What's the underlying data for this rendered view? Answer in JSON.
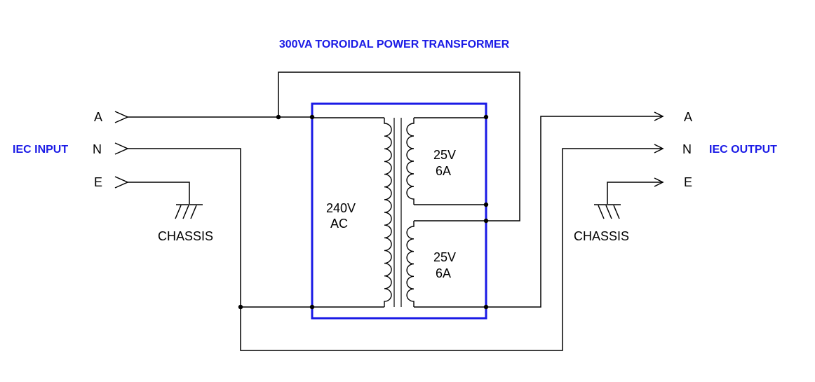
{
  "title": "300VA TOROIDAL POWER TRANSFORMER",
  "input": {
    "label": "IEC INPUT",
    "pins": [
      "A",
      "N",
      "E"
    ],
    "ground_label": "CHASSIS"
  },
  "output": {
    "label": "IEC OUTPUT",
    "pins": [
      "A",
      "N",
      "E"
    ],
    "ground_label": "CHASSIS"
  },
  "transformer": {
    "primary": {
      "line1": "240V",
      "line2": "AC"
    },
    "secondary_top": {
      "line1": "25V",
      "line2": "6A"
    },
    "secondary_bottom": {
      "line1": "25V",
      "line2": "6A"
    }
  },
  "colors": {
    "accent": "#1a1ae6",
    "wire": "#000000"
  },
  "icons": [
    "input-connector-icon",
    "output-arrow-icon",
    "chassis-ground-icon"
  ]
}
